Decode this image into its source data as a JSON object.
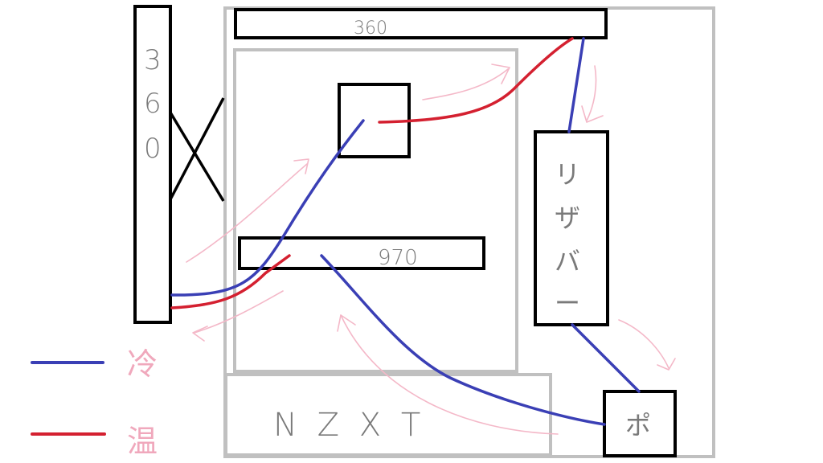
{
  "labels": {
    "top_radiator": "360",
    "side_radiator": [
      "3",
      "6",
      "0"
    ],
    "gpu": "970",
    "reservoir": [
      "リ",
      "ザ",
      "バ",
      "ー"
    ],
    "pump": "ポ",
    "psu_cover": "N Z X T"
  },
  "legend": {
    "cold": "冷",
    "hot": "温"
  },
  "colors": {
    "cold": "#3a3fb5",
    "hot": "#d42030",
    "airflow": "#f4b8c8",
    "case_outline": "#c0c0c0",
    "component_outline": "#000000"
  }
}
